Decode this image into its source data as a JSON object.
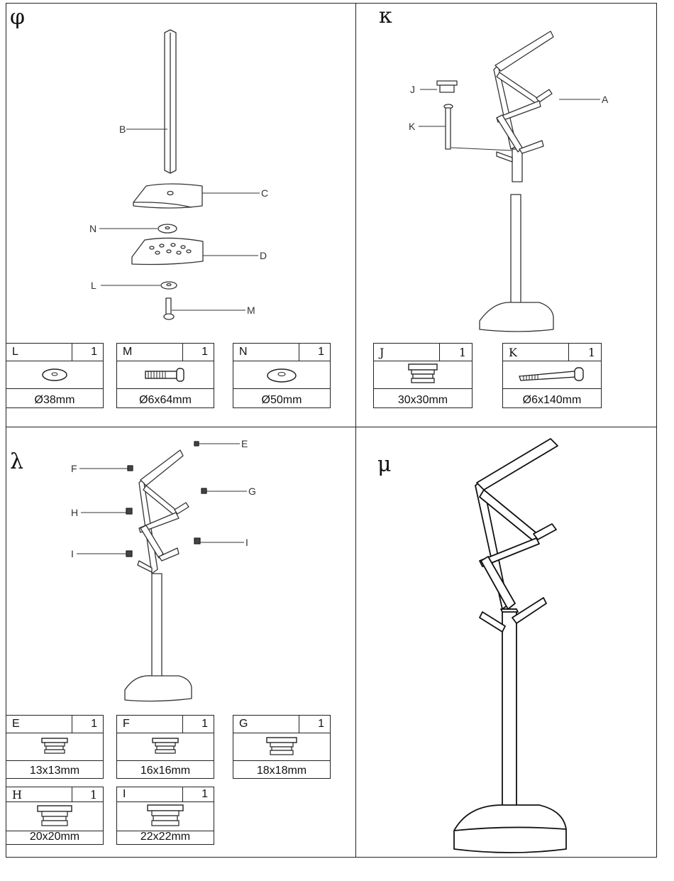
{
  "steps": {
    "phi": {
      "label": "φ",
      "callouts": {
        "B": "B",
        "C": "C",
        "N": "N",
        "D": "D",
        "L": "L",
        "M": "M"
      },
      "parts": [
        {
          "code": "L",
          "qty": "1",
          "size": "Ø38mm",
          "icon": "washer-icon"
        },
        {
          "code": "M",
          "qty": "1",
          "size": "Ø6x64mm",
          "icon": "bolt-icon"
        },
        {
          "code": "N",
          "qty": "1",
          "size": "Ø50mm",
          "icon": "washer-icon"
        }
      ]
    },
    "kappa": {
      "label": "κ",
      "callouts": {
        "J": "J",
        "K": "K",
        "A": "A"
      },
      "parts": [
        {
          "code": "J",
          "qty": "1",
          "size": "30x30mm",
          "icon": "end-cap-icon"
        },
        {
          "code": "K",
          "qty": "1",
          "size": "Ø6x140mm",
          "icon": "long-bolt-icon"
        }
      ]
    },
    "lambda": {
      "label": "λ",
      "callouts": {
        "E": "E",
        "F": "F",
        "G": "G",
        "H": "H",
        "I1": "I",
        "I2": "I"
      },
      "parts": [
        {
          "code": "E",
          "qty": "1",
          "size": "13x13mm",
          "icon": "end-cap-icon"
        },
        {
          "code": "F",
          "qty": "1",
          "size": "16x16mm",
          "icon": "end-cap-icon"
        },
        {
          "code": "G",
          "qty": "1",
          "size": "18x18mm",
          "icon": "end-cap-icon"
        },
        {
          "code": "H",
          "qty": "1",
          "size": "20x20mm",
          "icon": "end-cap-icon"
        },
        {
          "code": "I",
          "qty": "1",
          "size": "22x22mm",
          "icon": "end-cap-icon"
        }
      ]
    },
    "mu": {
      "label": "μ"
    }
  }
}
